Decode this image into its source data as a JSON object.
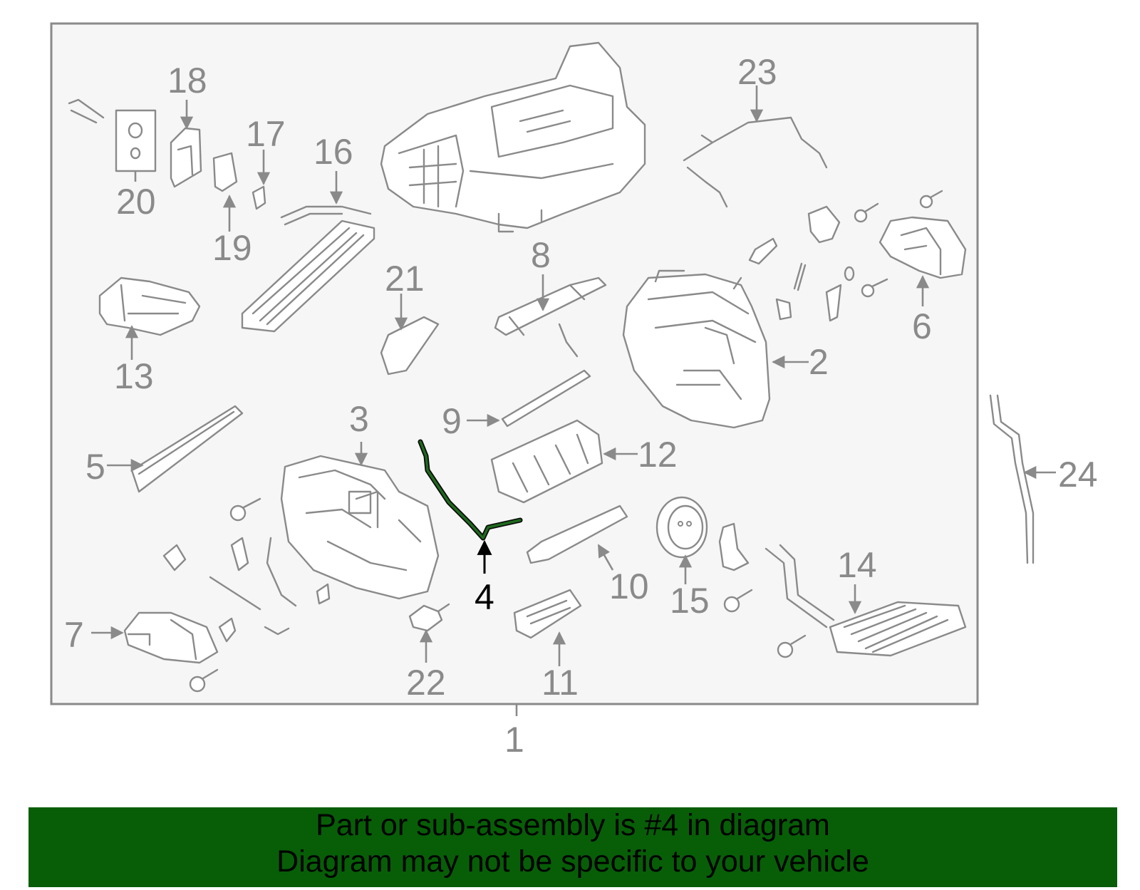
{
  "diagram": {
    "callouts": [
      "1",
      "2",
      "3",
      "4",
      "5",
      "6",
      "7",
      "8",
      "9",
      "10",
      "11",
      "12",
      "13",
      "14",
      "15",
      "16",
      "17",
      "18",
      "19",
      "20",
      "21",
      "22",
      "23",
      "24"
    ],
    "highlighted_part": "4",
    "highlight_color": "#1e6b1e",
    "frame_background": "#f6f6f6",
    "line_color": "#8a8a8a"
  },
  "banner": {
    "line1": "Part or sub-assembly is #4 in diagram",
    "line2": "Diagram may not be specific to your vehicle",
    "background": "#075e07"
  }
}
